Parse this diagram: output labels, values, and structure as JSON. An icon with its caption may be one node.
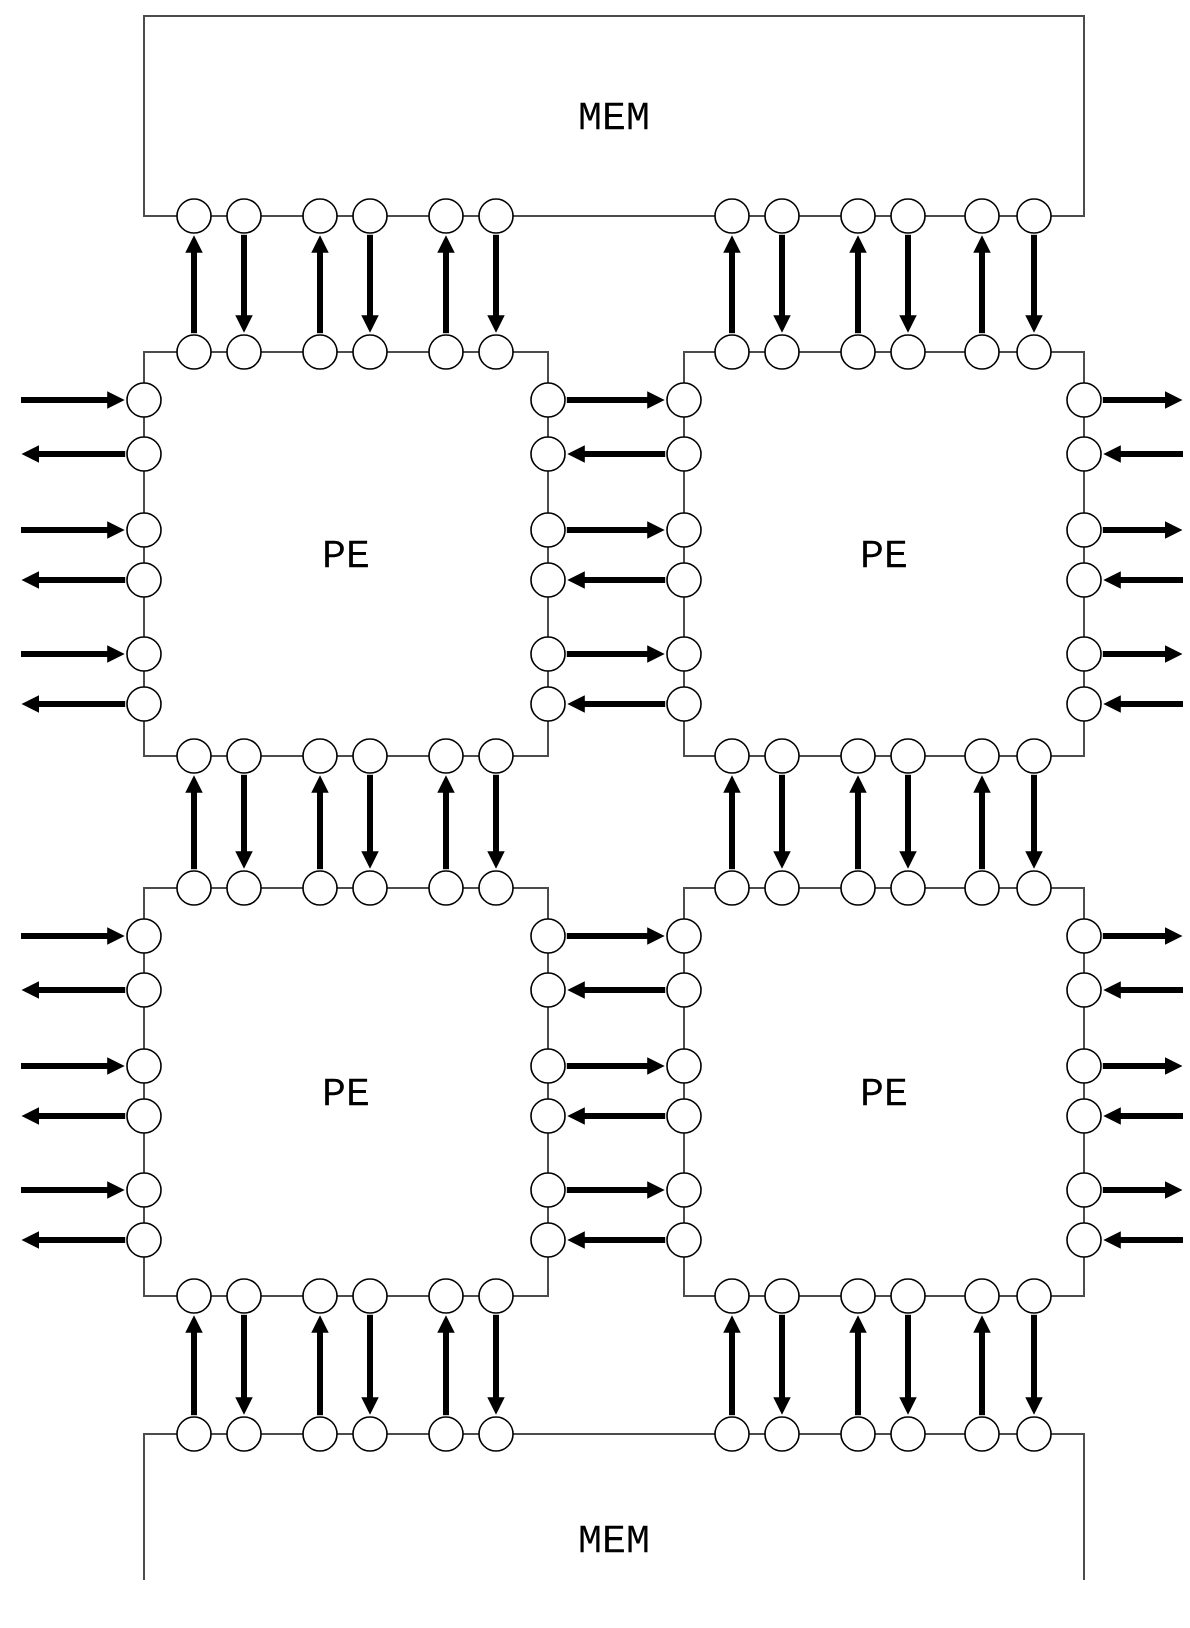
{
  "diagram": {
    "nodes": [
      {
        "text": [
          "MEM"
        ]
      },
      {
        "text": [
          "PE"
        ]
      },
      {
        "text": [
          "PE"
        ]
      },
      {
        "text": [
          "PE"
        ]
      },
      {
        "text": [
          "PE"
        ]
      },
      {
        "text": [
          "MEM"
        ]
      },
      {
        "text": [],
        "shape": "circle"
      },
      {
        "text": [],
        "shape": "circle"
      },
      {
        "text": [],
        "shape": "circle"
      },
      {
        "text": [],
        "shape": "circle"
      },
      {
        "text": [],
        "shape": "circle"
      },
      {
        "text": [],
        "shape": "circle"
      },
      {
        "text": [],
        "shape": "circle"
      },
      {
        "text": [],
        "shape": "circle"
      },
      {
        "text": [],
        "shape": "circle"
      },
      {
        "text": [],
        "shape": "circle"
      },
      {
        "text": [],
        "shape": "circle"
      },
      {
        "text": [],
        "shape": "circle"
      },
      {
        "text": [],
        "shape": "circle"
      },
      {
        "text": [],
        "shape": "circle"
      },
      {
        "text": [],
        "shape": "circle"
      },
      {
        "text": [],
        "shape": "circle"
      },
      {
        "text": [],
        "shape": "circle"
      },
      {
        "text": [],
        "shape": "circle"
      },
      {
        "text": [],
        "shape": "circle"
      },
      {
        "text": [],
        "shape": "circle"
      },
      {
        "text": [],
        "shape": "circle"
      },
      {
        "text": [],
        "shape": "circle"
      },
      {
        "text": [],
        "shape": "circle"
      },
      {
        "text": [],
        "shape": "circle"
      },
      {
        "text": [],
        "shape": "circle"
      },
      {
        "text": [],
        "shape": "circle"
      },
      {
        "text": [],
        "shape": "circle"
      },
      {
        "text": [],
        "shape": "circle"
      },
      {
        "text": [],
        "shape": "circle"
      },
      {
        "text": [],
        "shape": "circle"
      },
      {
        "text": [],
        "shape": "circle"
      },
      {
        "text": [],
        "shape": "circle"
      },
      {
        "text": [],
        "shape": "circle"
      },
      {
        "text": [],
        "shape": "circle"
      },
      {
        "text": [],
        "shape": "circle"
      },
      {
        "text": [],
        "shape": "circle"
      },
      {
        "text": [],
        "shape": "circle"
      },
      {
        "text": [],
        "shape": "circle"
      },
      {
        "text": [],
        "shape": "circle"
      },
      {
        "text": [],
        "shape": "circle"
      },
      {
        "text": [],
        "shape": "circle"
      },
      {
        "text": [],
        "shape": "circle"
      },
      {
        "text": [],
        "shape": "circle"
      },
      {
        "text": [],
        "shape": "circle"
      },
      {
        "text": [],
        "shape": "circle"
      },
      {
        "text": [],
        "shape": "circle"
      },
      {
        "text": [],
        "shape": "circle"
      },
      {
        "text": [],
        "shape": "circle"
      },
      {
        "text": [],
        "shape": "circle"
      },
      {
        "text": [],
        "shape": "circle"
      },
      {
        "text": [],
        "shape": "circle"
      },
      {
        "text": [],
        "shape": "circle"
      },
      {
        "text": [],
        "shape": "circle"
      },
      {
        "text": [],
        "shape": "circle"
      },
      {
        "text": [],
        "shape": "circle"
      },
      {
        "text": [],
        "shape": "circle"
      },
      {
        "text": [],
        "shape": "circle"
      },
      {
        "text": [],
        "shape": "circle"
      },
      {
        "text": [],
        "shape": "circle"
      },
      {
        "text": [],
        "shape": "circle"
      },
      {
        "text": [],
        "shape": "circle"
      },
      {
        "text": [],
        "shape": "circle"
      },
      {
        "text": [],
        "shape": "circle"
      },
      {
        "text": [],
        "shape": "circle"
      },
      {
        "text": [],
        "shape": "circle"
      },
      {
        "text": [],
        "shape": "circle"
      },
      {
        "text": [],
        "shape": "circle"
      },
      {
        "text": [],
        "shape": "circle"
      },
      {
        "text": [],
        "shape": "circle"
      },
      {
        "text": [],
        "shape": "circle"
      },
      {
        "text": [],
        "shape": "circle"
      },
      {
        "text": [],
        "shape": "circle"
      },
      {
        "text": [],
        "shape": "circle"
      },
      {
        "text": [],
        "shape": "circle"
      },
      {
        "text": [],
        "shape": "circle"
      },
      {
        "text": [],
        "shape": "circle"
      },
      {
        "text": [],
        "shape": "circle"
      },
      {
        "text": [],
        "shape": "circle"
      },
      {
        "text": [],
        "shape": "circle"
      },
      {
        "text": [],
        "shape": "circle"
      },
      {
        "text": [],
        "shape": "circle"
      },
      {
        "text": [],
        "shape": "circle"
      },
      {
        "text": [],
        "shape": "circle"
      },
      {
        "text": [],
        "shape": "circle"
      },
      {
        "text": [],
        "shape": "circle"
      },
      {
        "text": [],
        "shape": "circle"
      },
      {
        "text": [],
        "shape": "circle"
      },
      {
        "text": [],
        "shape": "circle"
      },
      {
        "text": [],
        "shape": "circle"
      },
      {
        "text": [],
        "shape": "circle"
      },
      {
        "text": [],
        "shape": "circle"
      },
      {
        "text": [],
        "shape": "circle"
      },
      {
        "text": [],
        "shape": "circle"
      },
      {
        "text": [],
        "shape": "circle"
      },
      {
        "text": [],
        "shape": "circle"
      },
      {
        "text": [],
        "shape": "circle"
      },
      {
        "text": [],
        "shape": "circle"
      },
      {
        "text": [],
        "shape": "circle"
      },
      {
        "text": [],
        "shape": "circle"
      },
      {
        "text": [],
        "shape": "circle"
      },
      {
        "text": [],
        "shape": "circle"
      },
      {
        "text": [],
        "shape": "circle"
      },
      {
        "text": [],
        "shape": "circle"
      },
      {
        "text": [],
        "shape": "circle"
      },
      {
        "text": [],
        "shape": "circle"
      },
      {
        "text": [],
        "shape": "circle"
      },
      {
        "text": [],
        "shape": "circle"
      },
      {
        "text": [],
        "shape": "circle"
      },
      {
        "text": [],
        "shape": "circle"
      },
      {
        "text": [],
        "shape": "circle"
      },
      {
        "text": [],
        "shape": "circle"
      },
      {
        "text": [],
        "shape": "circle"
      },
      {
        "text": [],
        "shape": "circle"
      },
      {
        "text": [],
        "shape": "circle"
      },
      {
        "text": [],
        "shape": "circle"
      },
      {
        "text": [],
        "shape": "circle"
      },
      {
        "text": [],
        "shape": "circle"
      },
      {
        "text": [],
        "shape": "circle"
      },
      {
        "text": [],
        "shape": "circle"
      },
      {
        "text": [],
        "shape": "circle"
      }
    ],
    "edges": [
      {
        "from": 18,
        "to": 6,
        "arrow": "to"
      },
      {
        "from": 7,
        "to": 19,
        "arrow": "to"
      },
      {
        "from": 20,
        "to": 8,
        "arrow": "to"
      },
      {
        "from": 9,
        "to": 21,
        "arrow": "to"
      },
      {
        "from": 22,
        "to": 10,
        "arrow": "to"
      },
      {
        "from": 11,
        "to": 23,
        "arrow": "to"
      },
      {
        "from": 24,
        "to": 12,
        "arrow": "to"
      },
      {
        "from": 13,
        "to": 25,
        "arrow": "to"
      },
      {
        "from": 26,
        "to": 14,
        "arrow": "to"
      },
      {
        "from": 15,
        "to": 27,
        "arrow": "to"
      },
      {
        "from": 28,
        "to": 16,
        "arrow": "to"
      },
      {
        "from": 17,
        "to": 29,
        "arrow": "to"
      },
      {
        "from": null,
        "to": 30,
        "arrow": "to"
      },
      {
        "from": 31,
        "to": 32,
        "arrow": "to"
      },
      {
        "from": 33,
        "to": null,
        "arrow": "to"
      },
      {
        "from": 34,
        "to": null,
        "arrow": "to"
      },
      {
        "from": 36,
        "to": 35,
        "arrow": "to"
      },
      {
        "from": null,
        "to": 37,
        "arrow": "to"
      },
      {
        "from": null,
        "to": 38,
        "arrow": "to"
      },
      {
        "from": 39,
        "to": 40,
        "arrow": "to"
      },
      {
        "from": 41,
        "to": null,
        "arrow": "to"
      },
      {
        "from": 42,
        "to": null,
        "arrow": "to"
      },
      {
        "from": 44,
        "to": 43,
        "arrow": "to"
      },
      {
        "from": null,
        "to": 45,
        "arrow": "to"
      },
      {
        "from": null,
        "to": 46,
        "arrow": "to"
      },
      {
        "from": 47,
        "to": 48,
        "arrow": "to"
      },
      {
        "from": 49,
        "to": null,
        "arrow": "to"
      },
      {
        "from": 50,
        "to": null,
        "arrow": "to"
      },
      {
        "from": 52,
        "to": 51,
        "arrow": "to"
      },
      {
        "from": null,
        "to": 53,
        "arrow": "to"
      },
      {
        "from": 66,
        "to": 54,
        "arrow": "to"
      },
      {
        "from": 55,
        "to": 67,
        "arrow": "to"
      },
      {
        "from": 68,
        "to": 56,
        "arrow": "to"
      },
      {
        "from": 57,
        "to": 69,
        "arrow": "to"
      },
      {
        "from": 70,
        "to": 58,
        "arrow": "to"
      },
      {
        "from": 59,
        "to": 71,
        "arrow": "to"
      },
      {
        "from": 72,
        "to": 60,
        "arrow": "to"
      },
      {
        "from": 61,
        "to": 73,
        "arrow": "to"
      },
      {
        "from": 74,
        "to": 62,
        "arrow": "to"
      },
      {
        "from": 63,
        "to": 75,
        "arrow": "to"
      },
      {
        "from": 76,
        "to": 64,
        "arrow": "to"
      },
      {
        "from": 65,
        "to": 77,
        "arrow": "to"
      },
      {
        "from": null,
        "to": 78,
        "arrow": "to"
      },
      {
        "from": 79,
        "to": 80,
        "arrow": "to"
      },
      {
        "from": 81,
        "to": null,
        "arrow": "to"
      },
      {
        "from": 82,
        "to": null,
        "arrow": "to"
      },
      {
        "from": 84,
        "to": 83,
        "arrow": "to"
      },
      {
        "from": null,
        "to": 85,
        "arrow": "to"
      },
      {
        "from": null,
        "to": 86,
        "arrow": "to"
      },
      {
        "from": 87,
        "to": 88,
        "arrow": "to"
      },
      {
        "from": 89,
        "to": null,
        "arrow": "to"
      },
      {
        "from": 90,
        "to": null,
        "arrow": "to"
      },
      {
        "from": 92,
        "to": 91,
        "arrow": "to"
      },
      {
        "from": null,
        "to": 93,
        "arrow": "to"
      },
      {
        "from": null,
        "to": 94,
        "arrow": "to"
      },
      {
        "from": 95,
        "to": 96,
        "arrow": "to"
      },
      {
        "from": 97,
        "to": null,
        "arrow": "to"
      },
      {
        "from": 98,
        "to": null,
        "arrow": "to"
      },
      {
        "from": 100,
        "to": 99,
        "arrow": "to"
      },
      {
        "from": null,
        "to": 101,
        "arrow": "to"
      },
      {
        "from": 114,
        "to": 102,
        "arrow": "to"
      },
      {
        "from": 103,
        "to": 115,
        "arrow": "to"
      },
      {
        "from": 116,
        "to": 104,
        "arrow": "to"
      },
      {
        "from": 105,
        "to": 117,
        "arrow": "to"
      },
      {
        "from": 118,
        "to": 106,
        "arrow": "to"
      },
      {
        "from": 107,
        "to": 119,
        "arrow": "to"
      },
      {
        "from": 120,
        "to": 108,
        "arrow": "to"
      },
      {
        "from": 109,
        "to": 121,
        "arrow": "to"
      },
      {
        "from": 122,
        "to": 110,
        "arrow": "to"
      },
      {
        "from": 111,
        "to": 123,
        "arrow": "to"
      },
      {
        "from": 124,
        "to": 112,
        "arrow": "to"
      },
      {
        "from": 113,
        "to": 125,
        "arrow": "to"
      }
    ]
  }
}
